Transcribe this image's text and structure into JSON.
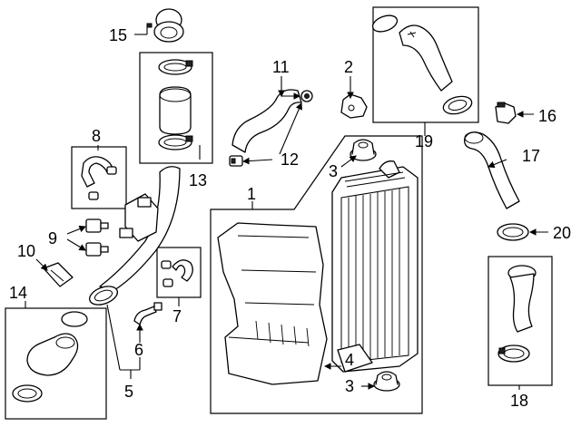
{
  "diagram": {
    "callouts": {
      "c1": "1",
      "c2": "2",
      "c3a": "3",
      "c3b": "3",
      "c4": "4",
      "c5": "5",
      "c6": "6",
      "c7": "7",
      "c8": "8",
      "c9": "9",
      "c10": "10",
      "c11": "11",
      "c12": "12",
      "c13": "13",
      "c14": "14",
      "c15": "15",
      "c16": "16",
      "c17": "17",
      "c18": "18",
      "c19": "19",
      "c20": "20"
    }
  }
}
